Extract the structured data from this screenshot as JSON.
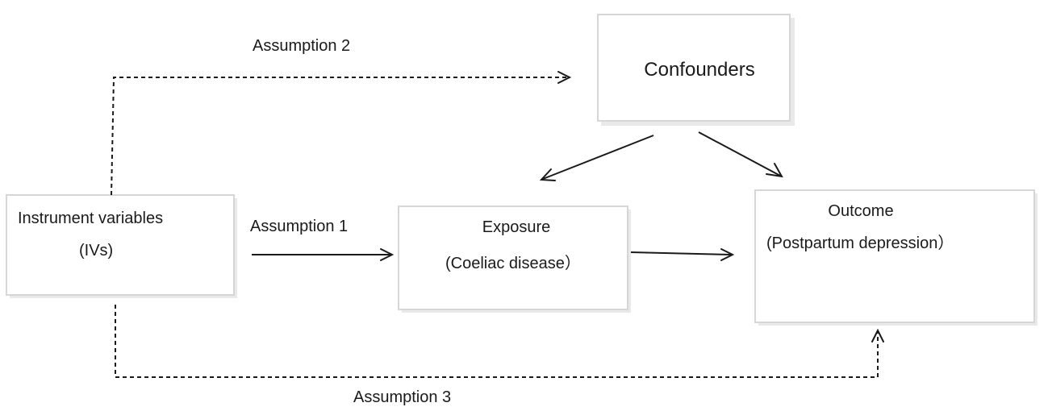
{
  "nodes": {
    "instrument": {
      "line1": "Instrument variables",
      "line2": "(IVs)"
    },
    "confounders": {
      "label": "Confounders"
    },
    "exposure": {
      "line1": "Exposure",
      "line2": "(Coeliac disease）"
    },
    "outcome": {
      "line1": "Outcome",
      "line2": "(Postpartum depression）"
    }
  },
  "edges": {
    "assumption1": "Assumption 1",
    "assumption2": "Assumption 2",
    "assumption3": "Assumption 3"
  },
  "colors": {
    "box_border": "#d6d6d6",
    "line": "#1a1a1a",
    "text": "#1a1a1a"
  }
}
